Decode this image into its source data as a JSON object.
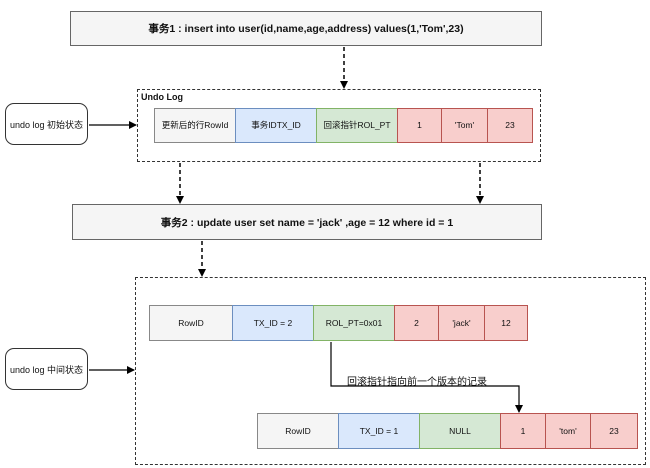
{
  "transactions": {
    "tx1": "事务1 : insert into user(id,name,age,address) values(1,'Tom',23)",
    "tx2": "事务2 : update user set name = 'jack' ,age = 12 where id = 1"
  },
  "side_labels": {
    "initial": "undo log 初始状态",
    "middle": "undo log 中间状态"
  },
  "undo_log_title": "Undo Log",
  "row1": {
    "cells": [
      {
        "line1": "更新后的行",
        "line2": "RowId",
        "color": "gray"
      },
      {
        "line1": "事务ID",
        "line2": "TX_ID",
        "color": "blue"
      },
      {
        "line1": "回滚指针",
        "line2": "ROL_PT",
        "color": "green"
      },
      {
        "line1": "1",
        "line2": "",
        "color": "red"
      },
      {
        "line1": "'Tom'",
        "line2": "",
        "color": "red"
      },
      {
        "line1": "23",
        "line2": "",
        "color": "red"
      }
    ]
  },
  "row2": {
    "cells": [
      {
        "line1": "RowID",
        "color": "gray"
      },
      {
        "line1": "TX_ID = 2",
        "color": "blue"
      },
      {
        "line1": "ROL_PT=0x01",
        "color": "green"
      },
      {
        "line1": "2",
        "color": "red"
      },
      {
        "line1": "'jack'",
        "color": "red"
      },
      {
        "line1": "12",
        "color": "red"
      }
    ]
  },
  "row3": {
    "cells": [
      {
        "line1": "RowID",
        "color": "gray"
      },
      {
        "line1": "TX_ID = 1",
        "color": "blue"
      },
      {
        "line1": "NULL",
        "color": "green"
      },
      {
        "line1": "1",
        "color": "red"
      },
      {
        "line1": "'tom'",
        "color": "red"
      },
      {
        "line1": "23",
        "color": "red"
      }
    ]
  },
  "pointer_label": "回滚指针指向前一个版本的记录",
  "colors": {
    "gray": "#f5f5f5",
    "blue": "#dae8fc",
    "green": "#d5e8d4",
    "red": "#f8cecc"
  }
}
